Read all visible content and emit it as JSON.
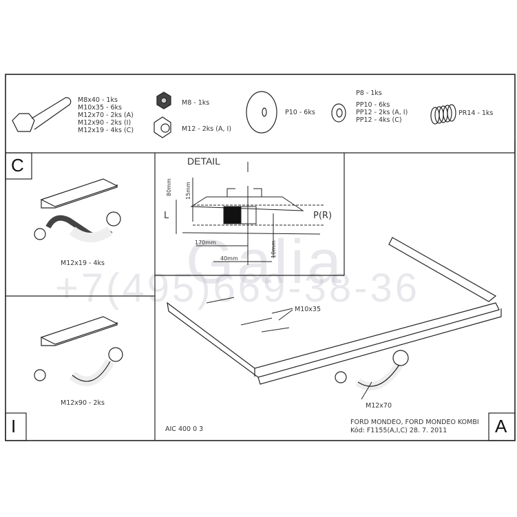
{
  "parts": {
    "bolts": [
      "M8x40 - 1ks",
      "M10x35 - 6ks",
      "M12x70 - 2ks (A)",
      "M12x90 - 2ks (I)",
      "M12x19 - 4ks (C)"
    ],
    "nut_m8": "M8 - 1ks",
    "nut_m12": "M12 - 2ks (A, I)",
    "washer_p10": "P10 - 6ks",
    "washers_pp": [
      "P8 - 1ks",
      "PP10 - 6ks",
      "PP12 - 2ks (A, I)",
      "PP12 - 4ks (C)"
    ],
    "spring_washer": "PR14 - 1ks"
  },
  "panels": {
    "c": {
      "letter": "C",
      "bolt_label": "M12x19 - 4ks"
    },
    "i": {
      "letter": "I",
      "bolt_label": "M12x90 - 2ks"
    },
    "a": {
      "letter": "A",
      "bolt_label": "M12x70",
      "m10_label": "M10x35"
    }
  },
  "detail": {
    "title": "DETAIL",
    "left_label": "L",
    "right_label": "P(R)",
    "dims": [
      "80mm",
      "15mm",
      "170mm",
      "40mm",
      "10mm"
    ]
  },
  "footer": {
    "code": "AIC 400 0 3",
    "vehicle": "FORD MONDEO, FORD MONDEO KOMBI",
    "kod": "Kód: F1155(A,I,C)  28. 7. 2011"
  },
  "watermark": {
    "brand": "Galia",
    "phone": "+7(495)669-38-36"
  }
}
